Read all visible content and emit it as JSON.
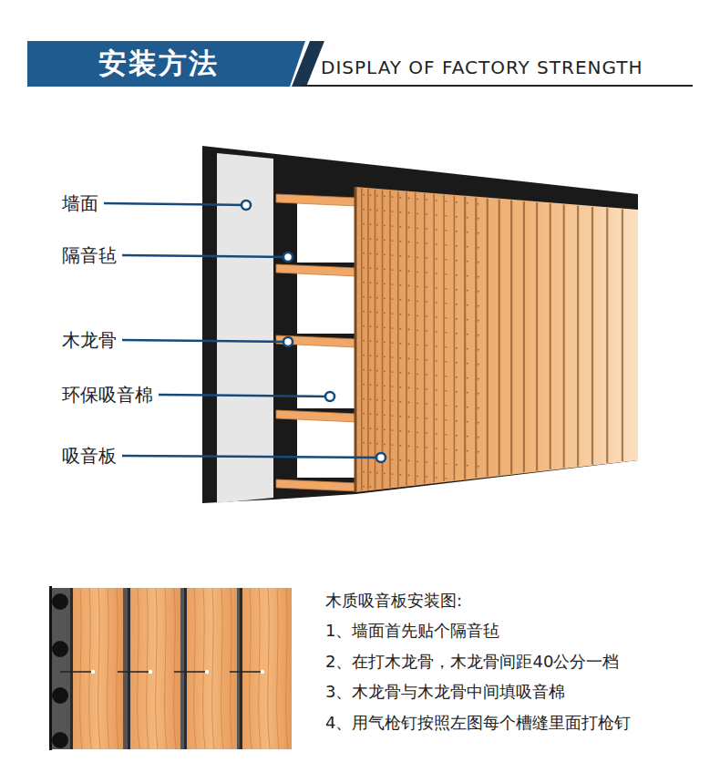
{
  "diagram": {
    "title": "安装方法",
    "labels": [
      "DISPLAY OF FACTORY STRENGTH",
      "墙面",
      "隔音毡",
      "木龙骨",
      "环保吸音棉",
      "吸音板",
      "木质吸音板安装图:",
      "1、墙面首先贴个隔音毡",
      "2、在打木龙骨，木龙骨间距40公分一档",
      "3、木龙骨与木龙骨中间填吸音棉",
      "4、用气枪钉按照左图每个槽缝里面打枪钉"
    ]
  }
}
